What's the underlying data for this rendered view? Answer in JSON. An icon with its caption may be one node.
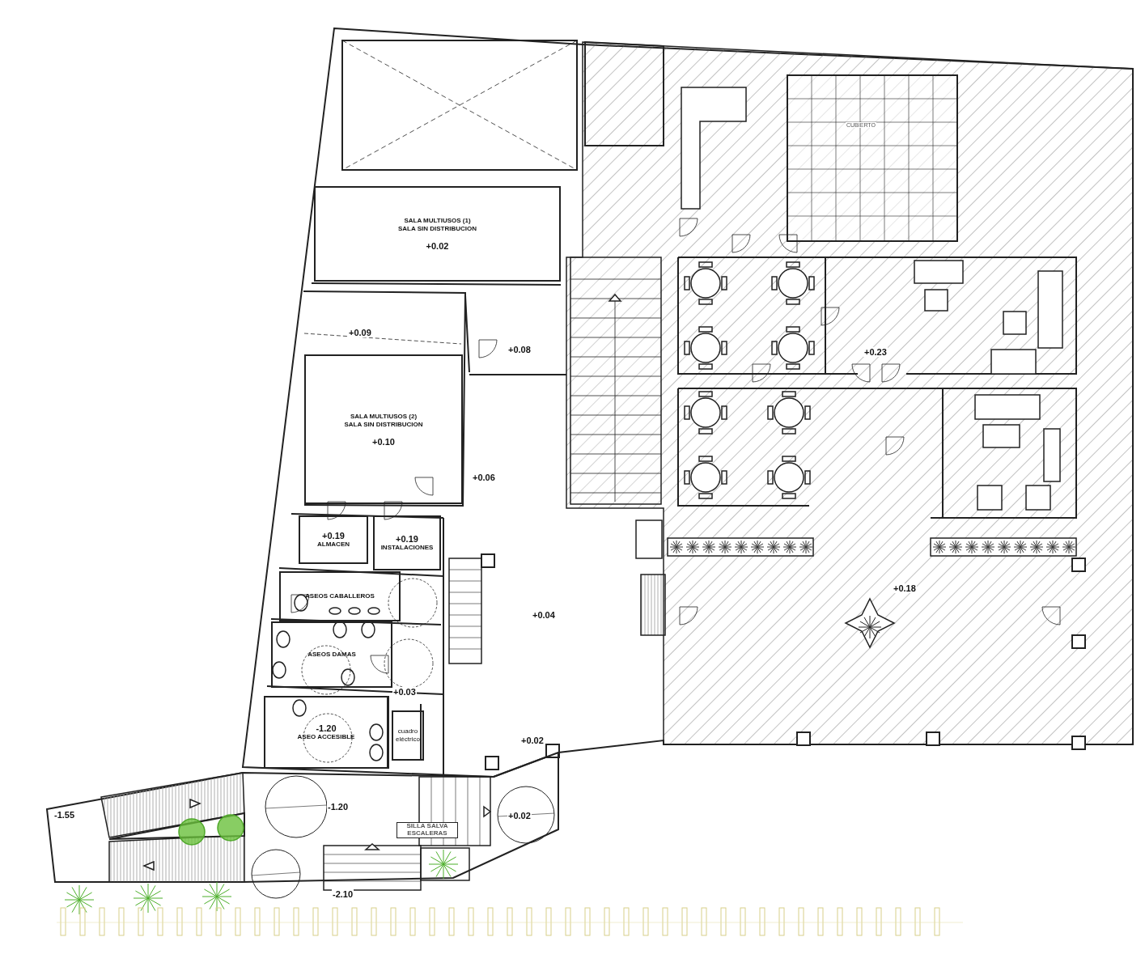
{
  "diagram": {
    "nodes": [
      {
        "text": [
          "SALA MULTIUSOS (1)",
          "SALA SIN DISTRIBUCION",
          "+0.02"
        ]
      },
      {
        "text": [
          "SALA MULTIUSOS (2)",
          "SALA SIN DISTRIBUCION",
          "+0.10"
        ]
      },
      {
        "text": [
          "+0.19",
          "ALMACEN"
        ]
      },
      {
        "text": [
          "+0.19",
          "INSTALACIONES"
        ]
      },
      {
        "text": [
          "ASEOS CABALLEROS"
        ]
      },
      {
        "text": [
          "ASEOS DAMAS"
        ]
      },
      {
        "text": [
          "-1.20",
          "ASEO ACCESIBLE"
        ]
      },
      {
        "text": [
          "cuadro eléctrico"
        ]
      }
    ],
    "labels": [
      "CUBIERTO",
      "+0.09",
      "+0.08",
      "+0.23",
      "+0.06",
      "+0.18",
      "+0.04",
      "+0.03",
      "+0.02",
      "-1.55",
      "-1.20",
      "+0.02",
      "SILLA SALVA ESCALERAS",
      "-2.10"
    ]
  }
}
